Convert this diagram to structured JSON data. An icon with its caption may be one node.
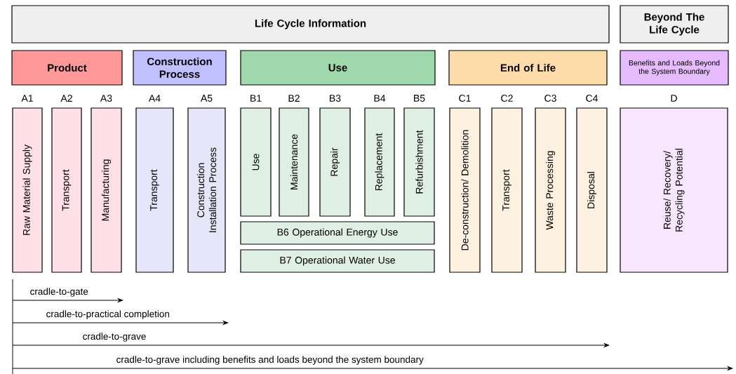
{
  "diagram": {
    "nodes": [
      {
        "text": [
          "Life Cycle Information"
        ]
      },
      {
        "text": [
          "Beyond The Life Cycle"
        ]
      },
      {
        "text": [
          "Product"
        ]
      },
      {
        "text": [
          "Construction Process"
        ]
      },
      {
        "text": [
          "Use"
        ]
      },
      {
        "text": [
          "End of Life"
        ]
      },
      {
        "text": [
          "Benefits and Loads Beyond the System Boundary"
        ]
      },
      {
        "text": [
          "A1",
          "Raw Material Supply"
        ]
      },
      {
        "text": [
          "A2",
          "Transport"
        ]
      },
      {
        "text": [
          "A3",
          "Manufacturing"
        ]
      },
      {
        "text": [
          "A4",
          "Transport"
        ]
      },
      {
        "text": [
          "A5",
          "Construction Installation Process"
        ]
      },
      {
        "text": [
          "B1",
          "Use"
        ]
      },
      {
        "text": [
          "B2",
          "Maintenance"
        ]
      },
      {
        "text": [
          "B3",
          "Repair"
        ]
      },
      {
        "text": [
          "B4",
          "Replacement"
        ]
      },
      {
        "text": [
          "B5",
          "Refurbishment"
        ]
      },
      {
        "text": [
          "B6 Operational Energy Use"
        ]
      },
      {
        "text": [
          "B7 Operational Water Use"
        ]
      },
      {
        "text": [
          "C1",
          "De-construction/ Demolition"
        ]
      },
      {
        "text": [
          "C2",
          "Transport"
        ]
      },
      {
        "text": [
          "C3",
          "Waste Processing"
        ]
      },
      {
        "text": [
          "C4",
          "Disposal"
        ]
      },
      {
        "text": [
          "D",
          "Reuse/ Recovery/ Recycling Potential"
        ]
      }
    ],
    "labels": [
      "cradle-to-gate",
      "cradle-to-practical completion",
      "cradle-to-grave",
      "cradle-to-grave including benefits and loads beyond the system boundary"
    ]
  }
}
